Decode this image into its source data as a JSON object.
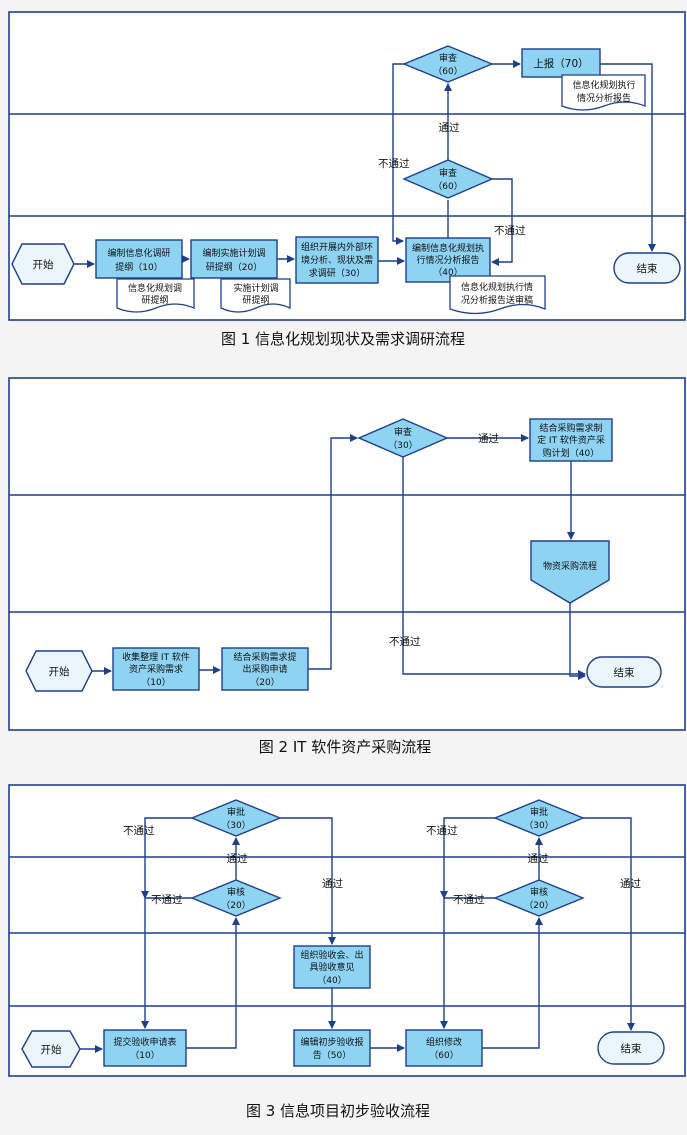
{
  "colors": {
    "lane_border": "#1f3f8a",
    "node_fill": "#8fd3f3"
  },
  "fig1": {
    "caption": "图 1  信息化规划现状及需求调研流程",
    "start": "开始",
    "n10": [
      "编制信息化调研",
      "提纲（10）"
    ],
    "d10": [
      "信息化规划调",
      "研提纲"
    ],
    "n20": [
      "编制实施计划调",
      "研提纲（20）"
    ],
    "d20": [
      "实施计划调",
      "研提纲"
    ],
    "n30": [
      "组织开展内外部环",
      "境分析、现状及需",
      "求调研（30）"
    ],
    "n40": [
      "编制信息化规划执",
      "行情况分析报告",
      "（40）"
    ],
    "d40": [
      "信息化规划执行情",
      "况分析报告送审稿"
    ],
    "rev60a": [
      "审查",
      "（60）"
    ],
    "rev60b": [
      "审查",
      "（60）"
    ],
    "n70": "上报（70）",
    "d70": [
      "信息化规划执行",
      "情况分析报告"
    ],
    "end": "结束",
    "pass_up": "通过",
    "fail_left": "不通过",
    "fail_right": "不通过"
  },
  "fig2": {
    "caption": "图 2  IT 软件资产采购流程",
    "start": "开始",
    "n10": [
      "收集整理 IT 软件",
      "资产采购需求",
      "（10）"
    ],
    "n20": [
      "结合采购需求提",
      "出采购申请",
      "（20）"
    ],
    "rev30": [
      "审查",
      "（30）"
    ],
    "n40": [
      "结合采购需求制",
      "定 IT 软件资产采",
      "购计划（40）"
    ],
    "proc": "物资采购流程",
    "end": "结束",
    "pass": "通过",
    "fail": "不通过"
  },
  "fig3": {
    "caption": "图 3 信息项目初步验收流程",
    "start": "开始",
    "n10": [
      "提交验收申请表",
      "（10）"
    ],
    "appr30a": [
      "审批",
      "（30）"
    ],
    "chk20a": [
      "审核",
      "（20）"
    ],
    "n40": [
      "组织验收会、出",
      "具验收意见",
      "（40）"
    ],
    "n50": [
      "编辑初步验收报",
      "告（50）"
    ],
    "n60": [
      "组织修改",
      "（60）"
    ],
    "appr30b": [
      "审批",
      "（30）"
    ],
    "chk20b": [
      "审核",
      "（20）"
    ],
    "end": "结束",
    "pass_a": "通过",
    "pass_a2": "通过",
    "fail_a1": "不通过",
    "fail_a2": "不通过",
    "pass_b": "通过",
    "pass_b2": "通过",
    "fail_b1": "不通过",
    "fail_b2": "不通过"
  }
}
